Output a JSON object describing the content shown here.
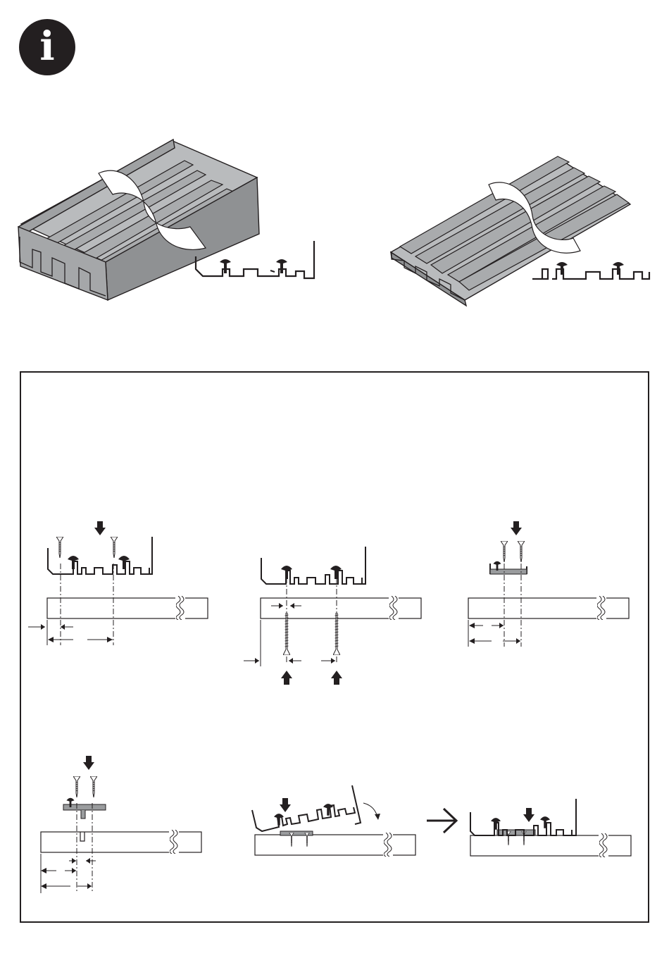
{
  "info_badge": {
    "glyph": "i",
    "icon": "information-icon"
  },
  "colors": {
    "ink": "#231f20",
    "profile_light": "#b7b9bb",
    "profile_mid": "#8e9092",
    "profile_dark": "#6f7173",
    "part_grey": "#9a9c9e"
  },
  "figures": {
    "top": [
      {
        "name": "double-track-with-fascia",
        "icon": "aluminium-rail-profile"
      },
      {
        "name": "double-track-flat",
        "icon": "aluminium-rail-profile"
      }
    ],
    "steps": [
      {
        "name": "step-screw-from-top",
        "arrows": [
          "down"
        ]
      },
      {
        "name": "step-screw-from-below",
        "arrows": [
          "up",
          "up"
        ]
      },
      {
        "name": "step-fix-guide-clip",
        "arrows": [
          "down"
        ]
      },
      {
        "name": "step-fix-guide-clip-alternate",
        "arrows": [
          "down"
        ]
      },
      {
        "name": "step-clip-rail-tilted",
        "arrows": [
          "down"
        ]
      },
      {
        "name": "step-rail-clipped",
        "arrows": [
          "down"
        ]
      }
    ],
    "transition": {
      "icon": "right-arrow-icon"
    }
  }
}
